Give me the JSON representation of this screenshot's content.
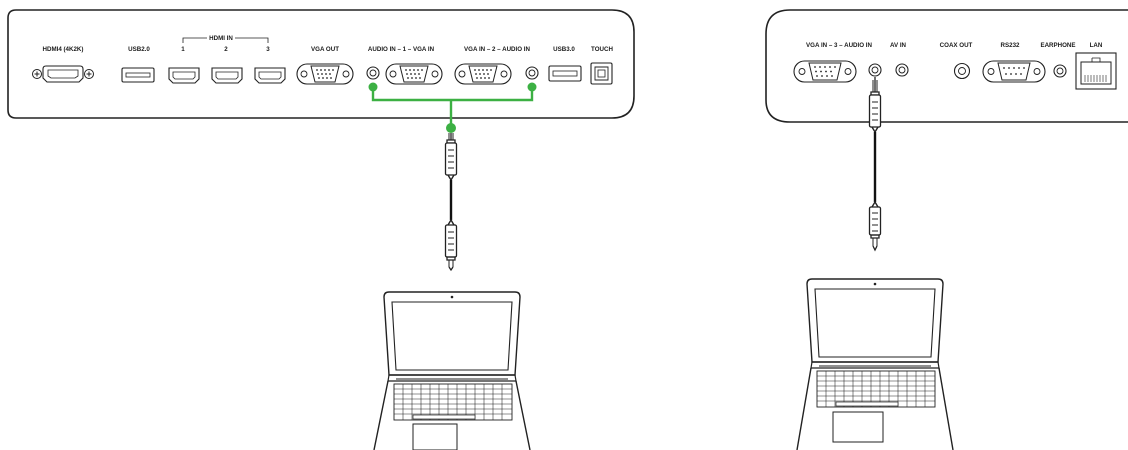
{
  "left_panel": {
    "labels": {
      "hdmi4": "HDMI4 (4K2K)",
      "usb20": "USB2.0",
      "hdmi_in": "HDMI IN",
      "hdmi_1": "1",
      "hdmi_2": "2",
      "hdmi_3": "3",
      "vga_out": "VGA OUT",
      "audio_vga_1": "AUDIO IN – 1 – VGA IN",
      "vga_audio_2": "VGA IN – 2 – AUDIO IN",
      "usb30": "USB3.0",
      "touch": "TOUCH"
    }
  },
  "right_panel": {
    "labels": {
      "vga_audio_3": "VGA IN – 3 – AUDIO IN",
      "av_in": "AV IN",
      "coax_out": "COAX OUT",
      "rs232": "RS232",
      "earphone": "EARPHONE",
      "lan": "LAN"
    }
  },
  "colors": {
    "outline": "#222222",
    "audio_link": "#3cb043"
  },
  "icons": [
    "hdmi-port-icon",
    "usb-port-icon",
    "vga-port-icon",
    "audio-jack-icon",
    "usb-b-port-icon",
    "rj45-port-icon",
    "audio-cable-icon",
    "laptop-icon"
  ]
}
